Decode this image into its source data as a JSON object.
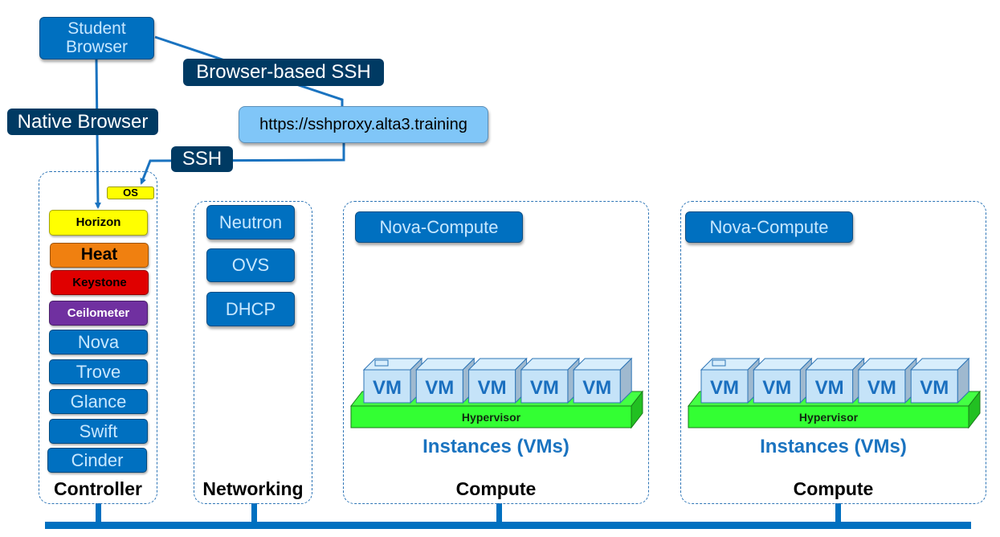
{
  "client": {
    "student_browser": "Student\nBrowser",
    "student_browser_lines": [
      "Student",
      "Browser"
    ]
  },
  "labels": {
    "native_browser": "Native Browser",
    "browser_based_ssh": "Browser-based SSH",
    "ssh": "SSH",
    "proxy_url": "https://sshproxy.alta3.training"
  },
  "controller": {
    "title": "Controller",
    "os_label": "OS",
    "services": [
      {
        "name": "Horizon",
        "color": "#ffff00",
        "text_color": "#000000"
      },
      {
        "name": "Heat",
        "color": "#f08010",
        "text_color": "#000000"
      },
      {
        "name": "Keystone",
        "color": "#e00000",
        "text_color": "#000000"
      },
      {
        "name": "Ceilometer",
        "color": "#7030a0",
        "text_color": "#ffffff"
      },
      {
        "name": "Nova",
        "color": "#0070c0",
        "text_color": "#c8e8ff"
      },
      {
        "name": "Trove",
        "color": "#0070c0",
        "text_color": "#c8e8ff"
      },
      {
        "name": "Glance",
        "color": "#0070c0",
        "text_color": "#c8e8ff"
      },
      {
        "name": "Swift",
        "color": "#0070c0",
        "text_color": "#c8e8ff"
      },
      {
        "name": "Cinder",
        "color": "#0070c0",
        "text_color": "#c8e8ff"
      }
    ]
  },
  "networking": {
    "title": "Networking",
    "services": [
      "Neutron",
      "OVS",
      "DHCP"
    ]
  },
  "compute_nodes": [
    {
      "title": "Compute",
      "service": "Nova-Compute",
      "vms": [
        "VM",
        "VM",
        "VM",
        "VM",
        "VM"
      ],
      "hypervisor": "Hypervisor",
      "instances_label": "Instances (VMs)"
    },
    {
      "title": "Compute",
      "service": "Nova-Compute",
      "vms": [
        "VM",
        "VM",
        "VM",
        "VM",
        "VM"
      ],
      "hypervisor": "Hypervisor",
      "instances_label": "Instances (VMs)"
    }
  ],
  "colors": {
    "brand_blue": "#0070c0",
    "navy_label": "#003a63",
    "proxy_fill": "#80c6f8",
    "hypervisor_green": "#33ff33",
    "vm_fill": "#c5e3f8",
    "instances_text": "#1a73c0",
    "bus": "#0070c0"
  }
}
